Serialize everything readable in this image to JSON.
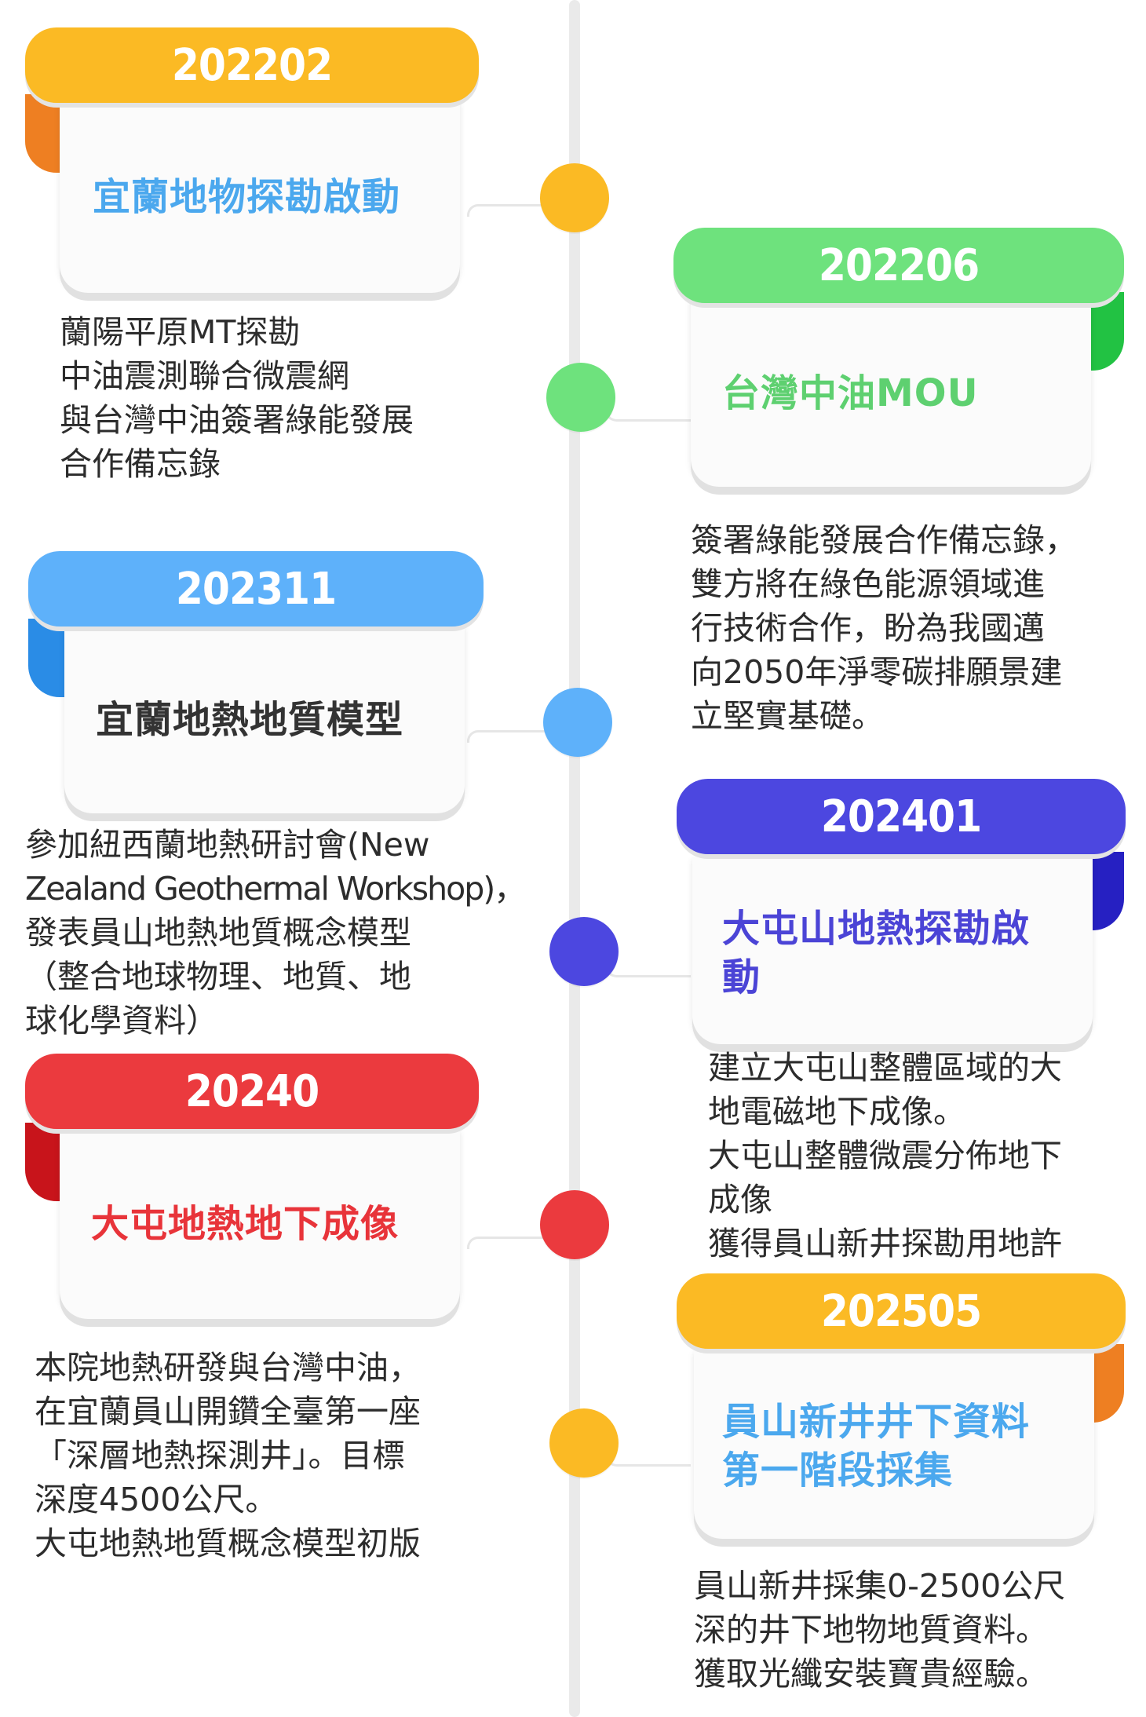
{
  "events": [
    {
      "date": "202202",
      "title_lines": [
        "宜蘭地物探勘啟動"
      ],
      "description_lines": [
        "蘭陽平原MT探勘",
        "中油震測聯合微震網",
        "與台灣中油簽署綠能發展",
        "合作備忘錄"
      ],
      "banner_color": "#FBBA24",
      "fold_color": "#EE7F22",
      "title_color": "#4BA8EE",
      "dot_color": "#FBBA24"
    },
    {
      "date": "202206",
      "title_lines": [
        "台灣中油MOU"
      ],
      "description_lines": [
        "簽署綠能發展合作備忘錄，",
        "雙方將在綠色能源領域進",
        "行技術合作，盼為我國邁",
        "向2050年淨零碳排願景建",
        "立堅實基礎。"
      ],
      "banner_color": "#6EE27D",
      "fold_color": "#22C243",
      "title_color": "#5ED070",
      "dot_color": "#6EE27D"
    },
    {
      "date": "202311",
      "title_lines": [
        "宜蘭地熱地質模型"
      ],
      "description_lines": [
        "參加紐西蘭地熱研討會(New",
        "Zealand Geothermal Workshop)，",
        "發表員山地熱地質概念模型",
        "（整合地球物理、地質、地",
        "球化學資料）"
      ],
      "banner_color": "#5EB1FA",
      "fold_color": "#2A8CE6",
      "title_color": "#333333",
      "dot_color": "#5EB1FA"
    },
    {
      "date": "202401",
      "title_lines": [
        "大屯山地熱探勘啟",
        "動"
      ],
      "description_lines": [
        "建立大屯山整體區域的大",
        "地電磁地下成像。",
        "大屯山整體微震分佈地下",
        "成像",
        "獲得員山新井探勘用地許"
      ],
      "banner_color": "#4C47E0",
      "fold_color": "#2620C2",
      "title_color": "#4B44D6",
      "dot_color": "#4C47E0"
    },
    {
      "date": "20240",
      "title_lines": [
        "大屯地熱地下成像"
      ],
      "description_lines": [
        "本院地熱研發與台灣中油，",
        "在宜蘭員山開鑽全臺第一座",
        "「深層地熱探測井」。目標",
        "深度4500公尺。",
        "大屯地熱地質概念模型初版"
      ],
      "banner_color": "#EB3A3E",
      "fold_color": "#C8141B",
      "title_color": "#E8343A",
      "dot_color": "#EB3A3E"
    },
    {
      "date": "202505",
      "title_lines": [
        "員山新井井下資料",
        "第一階段採集"
      ],
      "description_lines": [
        "員山新井採集0-2500公尺",
        "深的井下地物地質資料。",
        "獲取光纖安裝寶貴經驗。"
      ],
      "banner_color": "#FBBA24",
      "fold_color": "#EE7F22",
      "title_color": "#4BA8EE",
      "dot_color": "#FBBA24"
    }
  ]
}
